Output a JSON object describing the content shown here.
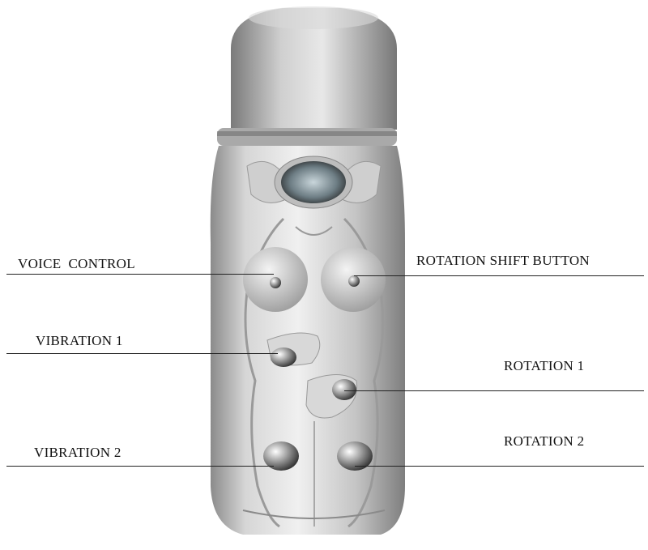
{
  "diagram": {
    "colors": {
      "body_light": "#e4e4e4",
      "body_mid": "#bdbdbd",
      "body_dark": "#8a8a8a",
      "line": "#222222",
      "text": "#111111"
    },
    "labels": {
      "voice_control": "VOICE  CONTROL",
      "rotation_shift_button": "ROTATION SHIFT BUTTON",
      "vibration_1": "VIBRATION 1",
      "rotation_1": "ROTATION 1",
      "vibration_2": "VIBRATION 2",
      "rotation_2": "ROTATION 2"
    }
  }
}
